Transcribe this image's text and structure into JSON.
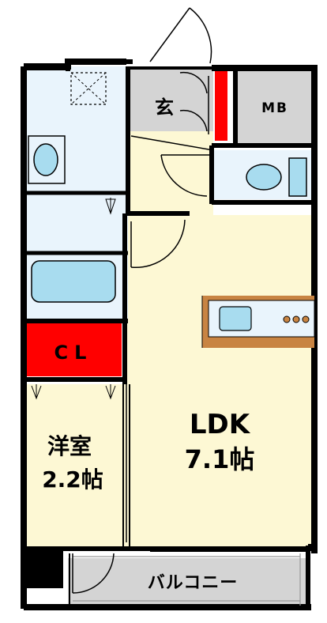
{
  "rooms": {
    "genkan": "玄",
    "mb": "MB",
    "cl": "CL",
    "ldk_name": "LDK",
    "ldk_size": "7.1帖",
    "yoshitsu_name": "洋室",
    "yoshitsu_size": "2.2帖",
    "balcony": "バルコニー"
  },
  "colors": {
    "wall": "#000000",
    "floor": "#fdf8d4",
    "wet_area": "#e9f4fc",
    "fixture": "#a8dcef",
    "closet": "#ff0000",
    "counter": "#c88442",
    "utility": "#d4d4d4"
  }
}
